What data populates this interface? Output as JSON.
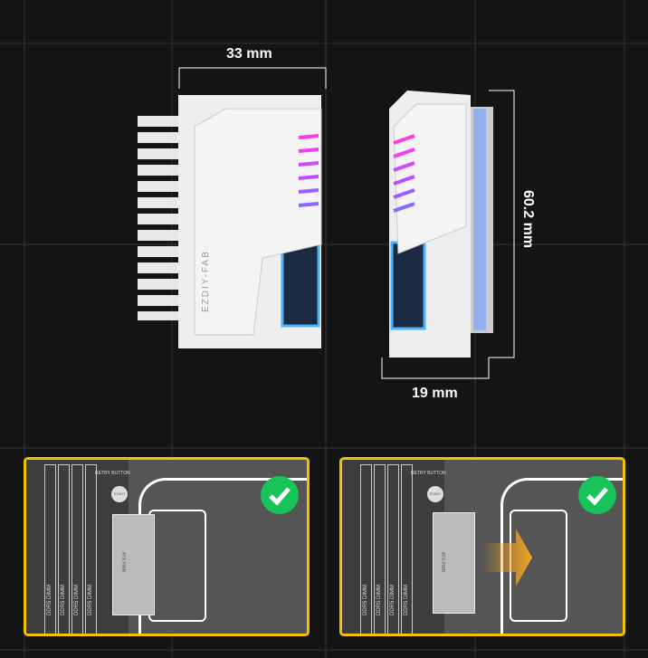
{
  "dimensions": {
    "width": "33 mm",
    "height": "60.2 mm",
    "depth": "19 mm"
  },
  "product": {
    "brand": "EZDIY-FAB"
  },
  "panels": [
    {
      "retry_label": "RETRY BUTTON",
      "start_label": "START",
      "connector_label": "ATX PWR",
      "dimm_labels": [
        "DDR5 DIMM",
        "DDR5 DIMM",
        "DDR5 DIMM",
        "DDR5 DIMM"
      ],
      "status": "check"
    },
    {
      "retry_label": "RETRY BUTTON",
      "start_label": "START",
      "connector_label": "ATX PWR",
      "dimm_labels": [
        "DDR5 DIMM",
        "DDR5 DIMM",
        "DDR5 DIMM",
        "DDR5 DIMM"
      ],
      "status": "check",
      "arrow": "insert-direction"
    }
  ],
  "colors": {
    "accent": "#f2c200",
    "check": "#18c45a",
    "arrow": "#f5a623",
    "rgb_top": "#ff3ce0",
    "rgb_bottom": "#4aa8ff"
  }
}
